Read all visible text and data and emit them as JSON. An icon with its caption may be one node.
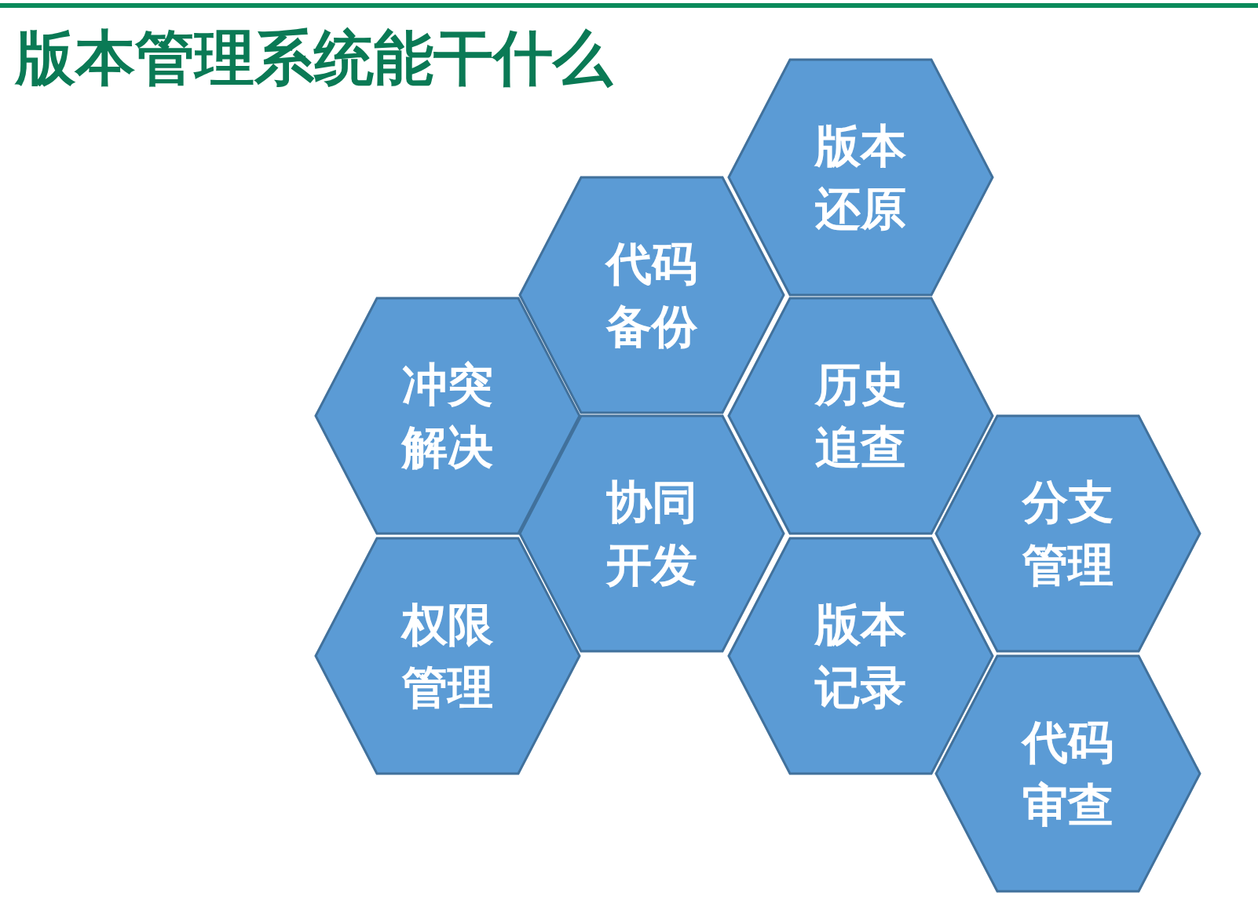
{
  "diagram": {
    "title": "版本管理系统能干什么",
    "nodes": [
      {
        "text": [
          "冲突解决"
        ]
      },
      {
        "text": [
          "权限管理"
        ]
      },
      {
        "text": [
          "代码备份"
        ]
      },
      {
        "text": [
          "协同开发"
        ]
      },
      {
        "text": [
          "版本还原"
        ]
      },
      {
        "text": [
          "历史追查"
        ]
      },
      {
        "text": [
          "版本记录"
        ]
      },
      {
        "text": [
          "分支管理"
        ]
      },
      {
        "text": [
          "代码审查"
        ]
      }
    ]
  }
}
